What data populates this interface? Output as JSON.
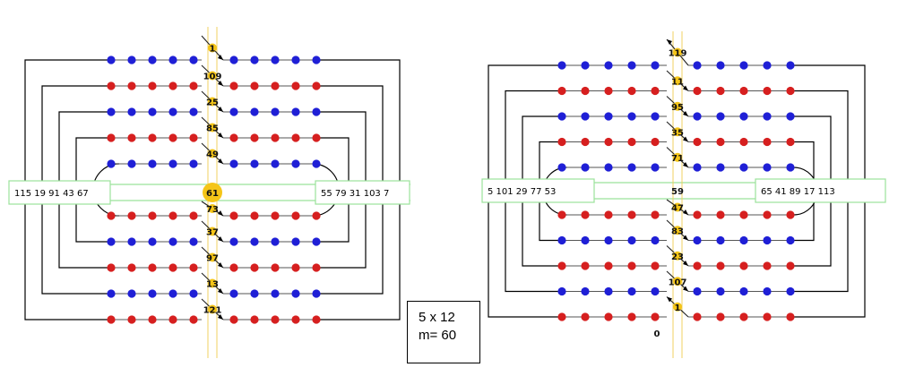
{
  "info": {
    "size": "5 x 12",
    "modulus": "m= 60"
  },
  "colors": {
    "blue": "#1f1fd6",
    "red": "#d61f1f",
    "gold": "#f5c518",
    "guide": "#9be29b",
    "wire": "#000000"
  },
  "left": {
    "top_labels": [
      "1",
      "109",
      "25",
      "85",
      "49"
    ],
    "center_label": "61",
    "bottom_labels": [
      "73",
      "37",
      "97",
      "13",
      "121"
    ],
    "left_box": "115  19  91  43  67",
    "right_box": "55  79  31 103  7",
    "row_colors": [
      "blue",
      "red",
      "blue",
      "red",
      "blue",
      "red",
      "blue",
      "red",
      "blue",
      "red"
    ]
  },
  "right": {
    "top_labels": [
      "119",
      "11",
      "95",
      "35",
      "71"
    ],
    "center_label": "59",
    "bottom_labels": [
      "47",
      "83",
      "23",
      "107",
      "1"
    ],
    "extra_label": "0",
    "left_box": "5 101 29 77 53",
    "right_box": "65 41 89 17 113",
    "row_colors": [
      "blue",
      "red",
      "blue",
      "red",
      "blue",
      "red",
      "blue",
      "red",
      "blue",
      "red"
    ]
  }
}
